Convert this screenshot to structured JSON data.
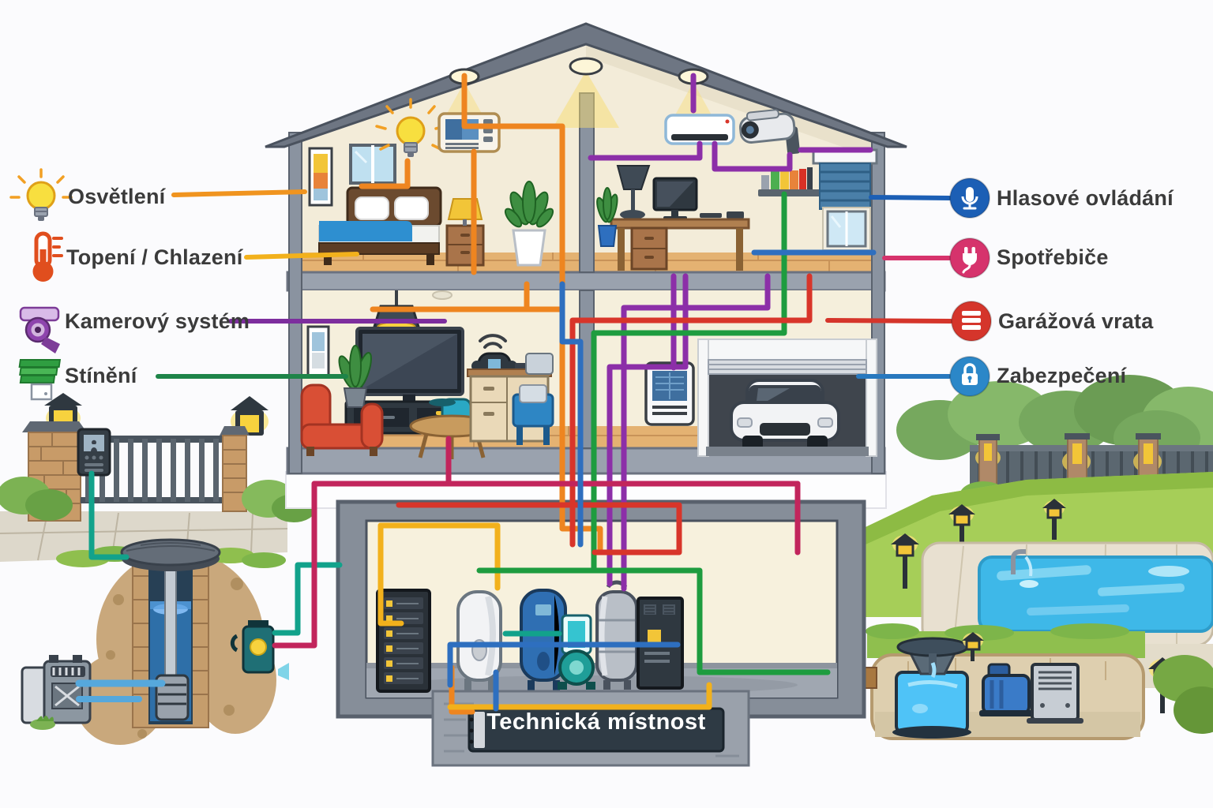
{
  "legend_left": [
    {
      "id": "lighting",
      "label": "Osvětlení",
      "icon": "light-bulb-icon",
      "line_color": "#F0941F"
    },
    {
      "id": "heating-cooling",
      "label": "Topení / Chlazení",
      "icon": "thermometer-icon",
      "line_color": "#F2B11C"
    },
    {
      "id": "camera-system",
      "label": "Kamerový systém",
      "icon": "cctv-camera-icon",
      "line_color": "#7D2E9E"
    },
    {
      "id": "shading",
      "label": "Stínění",
      "icon": "window-blinds-icon",
      "line_color": "#1E8449"
    }
  ],
  "legend_right": [
    {
      "id": "voice-control",
      "label": "Hlasové ovládání",
      "icon": "microphone-icon",
      "badge_color": "#1C5FB5",
      "line_color": "#1C5FB5"
    },
    {
      "id": "appliances",
      "label": "Spotřebiče",
      "icon": "power-plug-icon",
      "badge_color": "#D6336C",
      "line_color": "#D6336C"
    },
    {
      "id": "garage-door",
      "label": "Garážová vrata",
      "icon": "garage-door-icon",
      "badge_color": "#D5352B",
      "line_color": "#D5352B"
    },
    {
      "id": "security",
      "label": "Zabezpečení",
      "icon": "padlock-icon",
      "badge_color": "#2B87C8",
      "line_color": "#2878BE"
    }
  ],
  "basement": {
    "label": "Technická místnost"
  },
  "wire_colors": {
    "orange": "#EE8520",
    "amber": "#F2B11C",
    "red": "#D8352A",
    "crimson": "#C2255C",
    "purple": "#8C2FA8",
    "blue": "#2E6FBF",
    "teal": "#12A28B",
    "green": "#1E9C3F",
    "pipe": "#56A8DC"
  }
}
